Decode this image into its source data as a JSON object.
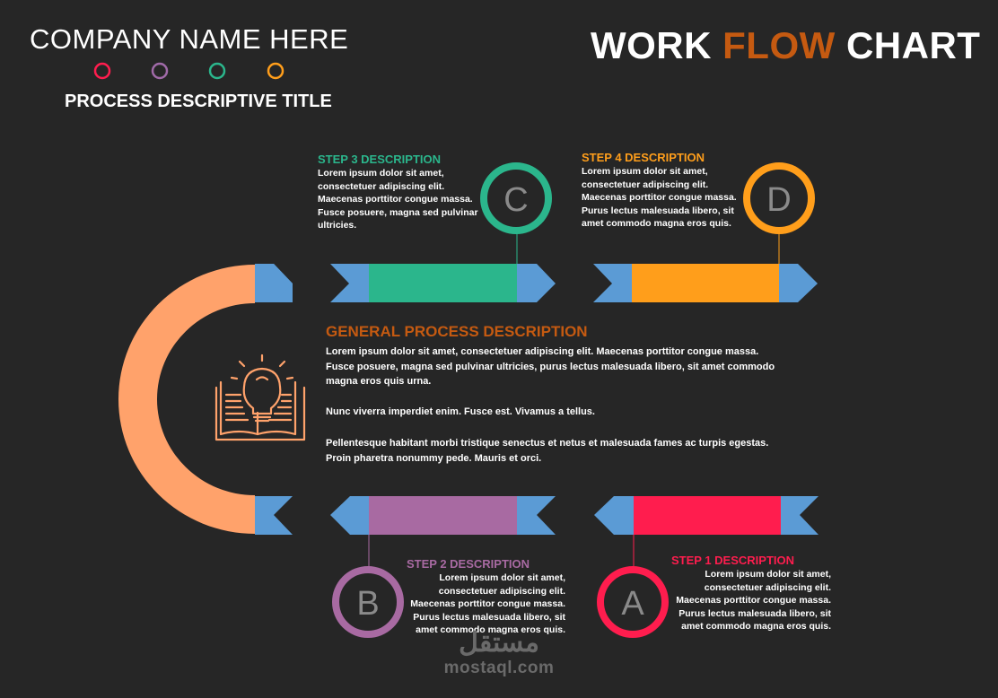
{
  "header": {
    "company": "COMPANY NAME HERE",
    "subtitle": "PROCESS DESCRIPTIVE TITLE",
    "title_part1": "WORK ",
    "title_accent": "FLOW",
    "title_part2": " CHART",
    "dot_colors": [
      "#ff1d4e",
      "#a06aa8",
      "#2bb68c",
      "#ff9e1b"
    ]
  },
  "colors": {
    "background": "#262626",
    "arrow_blue": "#5b9bd5",
    "arc_orange": "#ffa26b",
    "step1": "#ff1d4e",
    "step2": "#a86aa2",
    "step3": "#2bb68c",
    "step4": "#ff9e1b",
    "general": "#c55a11"
  },
  "steps": {
    "step1": {
      "letter": "A",
      "title": "STEP 1 DESCRIPTION",
      "lines": [
        "Lorem ipsum dolor sit amet,",
        "consectetuer adipiscing elit.",
        "Maecenas porttitor congue massa.",
        "Purus lectus malesuada libero, sit",
        "amet commodo magna eros quis."
      ]
    },
    "step2": {
      "letter": "B",
      "title": "STEP 2 DESCRIPTION",
      "lines": [
        "Lorem ipsum dolor sit amet,",
        "consectetuer adipiscing elit.",
        "Maecenas porttitor congue massa.",
        "Purus lectus malesuada libero, sit",
        "amet commodo magna eros quis."
      ]
    },
    "step3": {
      "letter": "C",
      "title": "STEP 3 DESCRIPTION",
      "lines": [
        "Lorem ipsum dolor sit amet,",
        "consectetuer adipiscing elit.",
        "Maecenas porttitor congue massa.",
        "Fusce posuere, magna sed pulvinar",
        "ultricies."
      ]
    },
    "step4": {
      "letter": "D",
      "title": "STEP 4 DESCRIPTION",
      "lines": [
        "Lorem ipsum dolor sit amet,",
        "consectetuer adipiscing elit.",
        "Maecenas porttitor congue massa.",
        "Purus lectus malesuada libero, sit",
        "amet commodo magna eros quis."
      ]
    }
  },
  "general": {
    "title": "GENERAL PROCESS DESCRIPTION",
    "p1_l1": "Lorem ipsum dolor sit amet, consectetuer adipiscing elit. Maecenas porttitor congue massa.",
    "p1_l2": "Fusce posuere, magna sed pulvinar ultricies, purus lectus malesuada libero, sit amet commodo",
    "p1_l3": "magna eros quis urna.",
    "p2": "Nunc viverra imperdiet enim. Fusce est. Vivamus a tellus.",
    "p3_l1": "Pellentesque habitant morbi tristique senectus et netus et malesuada fames ac turpis egestas.",
    "p3_l2": "Proin pharetra nonummy pede. Mauris et orci.",
    "icon": "book-lightbulb-icon"
  },
  "watermark": {
    "arabic": "مستقل",
    "url": "mostaql.com"
  }
}
